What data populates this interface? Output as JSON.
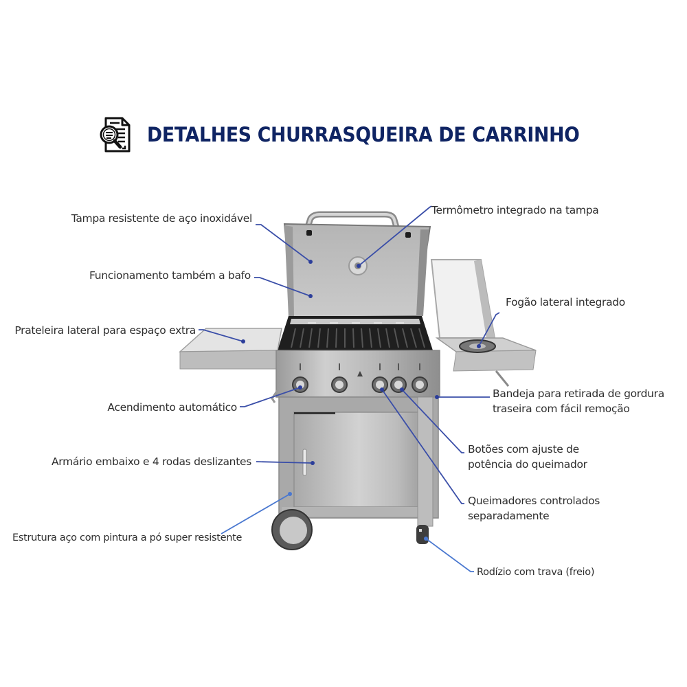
{
  "header": {
    "icon": "document-search-icon",
    "title": "DETALHES CHURRASQUEIRA DE CARRINHO"
  },
  "colors": {
    "title": "#0f2463",
    "callout_line": "#3a4ea8",
    "callout_line_light": "#4a78d0",
    "label_text": "#2e2e2e"
  },
  "callouts": [
    {
      "id": "tampa",
      "text": "Tampa resistente de aço inoxidável",
      "side": "left"
    },
    {
      "id": "bafo",
      "text": "Funcionamento também a bafo",
      "side": "left"
    },
    {
      "id": "prateleira",
      "text": "Prateleira lateral para espaço extra",
      "side": "left"
    },
    {
      "id": "acendimento",
      "text": "Acendimento automático",
      "side": "left"
    },
    {
      "id": "armario",
      "text": "Armário embaixo e 4 rodas deslizantes",
      "side": "left"
    },
    {
      "id": "estrutura",
      "text": "Estrutura aço com pintura a pó super resistente",
      "side": "left"
    },
    {
      "id": "termometro",
      "text": "Termômetro integrado na tampa",
      "side": "right"
    },
    {
      "id": "fogao",
      "text": "Fogão lateral integrado",
      "side": "right"
    },
    {
      "id": "bandeja",
      "text": "Bandeja para retirada de gordura\ntraseira com fácil remoção",
      "side": "right"
    },
    {
      "id": "botoes",
      "text": "Botões com ajuste de\npotência do queimador",
      "side": "right"
    },
    {
      "id": "queimadores",
      "text": "Queimadores controlados\nseparadamente",
      "side": "right"
    },
    {
      "id": "rodizio",
      "text": "Rodízio com trava (freio)",
      "side": "right"
    }
  ]
}
